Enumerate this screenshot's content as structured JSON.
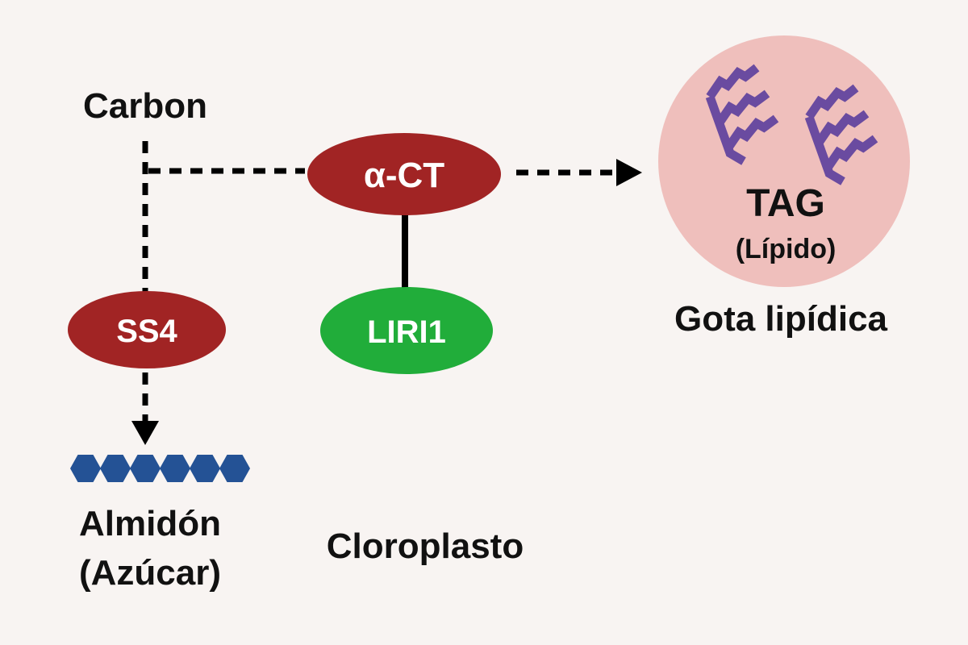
{
  "labels": {
    "carbon": "Carbon",
    "starch": "Almidón",
    "starch_sub": "(Azúcar)",
    "chloroplast": "Cloroplasto",
    "tag": "TAG",
    "tag_sub": "(Lípido)",
    "lipid_droplet": "Gota lipídica"
  },
  "nodes": {
    "act": {
      "label": "α-CT",
      "color": "#a12424"
    },
    "ss4": {
      "label": "SS4",
      "color": "#a12424"
    },
    "liri1": {
      "label": "LIRI1",
      "color": "#21ad3a"
    }
  },
  "colors": {
    "background": "#f8f4f2",
    "droplet": "#efbfbc",
    "lipid": "#6a4ba0",
    "starch": "#245295",
    "lines": "#000000"
  },
  "starch_units": 6,
  "lipid_molecules": 2
}
